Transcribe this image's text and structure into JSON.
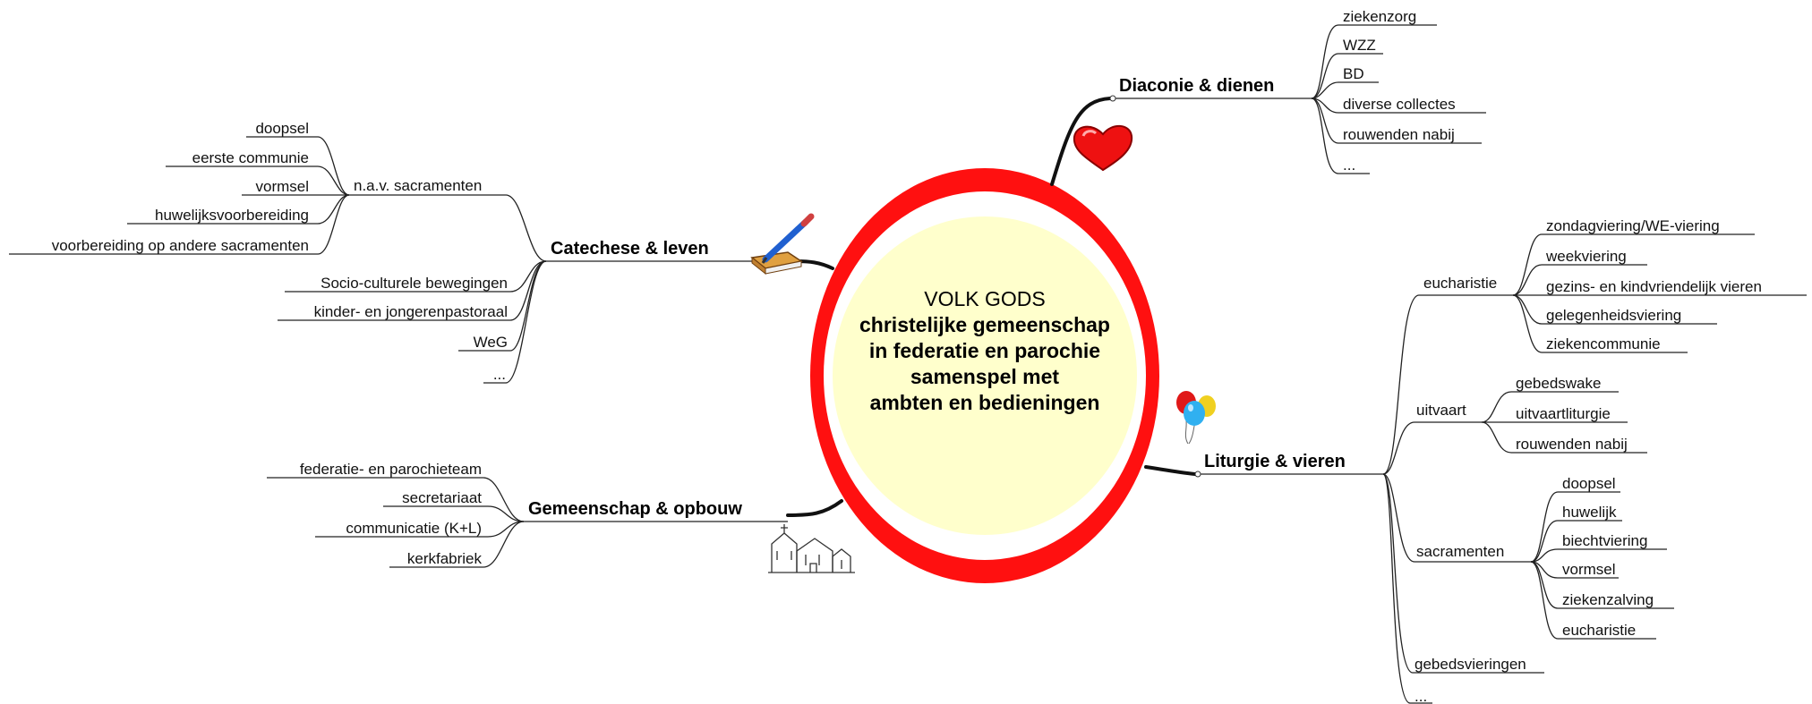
{
  "center": {
    "lines": [
      "VOLK GODS",
      "christelijke gemeenschap",
      "in federatie en parochie",
      "samenspel met",
      "ambten en bedieningen"
    ],
    "ring_color": "#ff1010",
    "fill_color": "#ffffcc"
  },
  "branches": {
    "diaconie": {
      "label": "Diaconie & dienen",
      "items": [
        "ziekenzorg",
        "WZZ",
        "BD",
        "diverse collectes",
        "rouwenden nabij",
        "..."
      ]
    },
    "catechese": {
      "label": "Catechese & leven",
      "sacramenten": {
        "label": "n.a.v. sacramenten",
        "items": [
          "doopsel",
          "eerste communie",
          "vormsel",
          "huwelijksvoorbereiding",
          "voorbereiding op andere sacramenten"
        ]
      },
      "items": [
        "Socio-culturele bewegingen",
        "kinder- en jongerenpastoraal",
        "WeG",
        "..."
      ]
    },
    "gemeenschap": {
      "label": "Gemeenschap & opbouw",
      "items": [
        "federatie- en parochieteam",
        "secretariaat",
        "communicatie (K+L)",
        "kerkfabriek"
      ]
    },
    "liturgie": {
      "label": "Liturgie & vieren",
      "eucharistie": {
        "label": "eucharistie",
        "items": [
          "zondagviering/WE-viering",
          "weekviering",
          "gezins- en kindvriendelijk vieren",
          "gelegenheidsviering",
          "ziekencommunie"
        ]
      },
      "uitvaart": {
        "label": "uitvaart",
        "items": [
          "gebedswake",
          "uitvaartliturgie",
          "rouwenden nabij"
        ]
      },
      "sacramenten": {
        "label": "sacramenten",
        "items": [
          "doopsel",
          "huwelijk",
          "biechtviering",
          "vormsel",
          "ziekenzalving",
          "eucharistie"
        ]
      },
      "gebedsvieringen": "gebedsvieringen",
      "more": "..."
    }
  },
  "icons": {
    "diaconie": "heart-icon",
    "catechese": "pencil-book-icon",
    "gemeenschap": "church-icon",
    "liturgie": "balloons-icon"
  }
}
